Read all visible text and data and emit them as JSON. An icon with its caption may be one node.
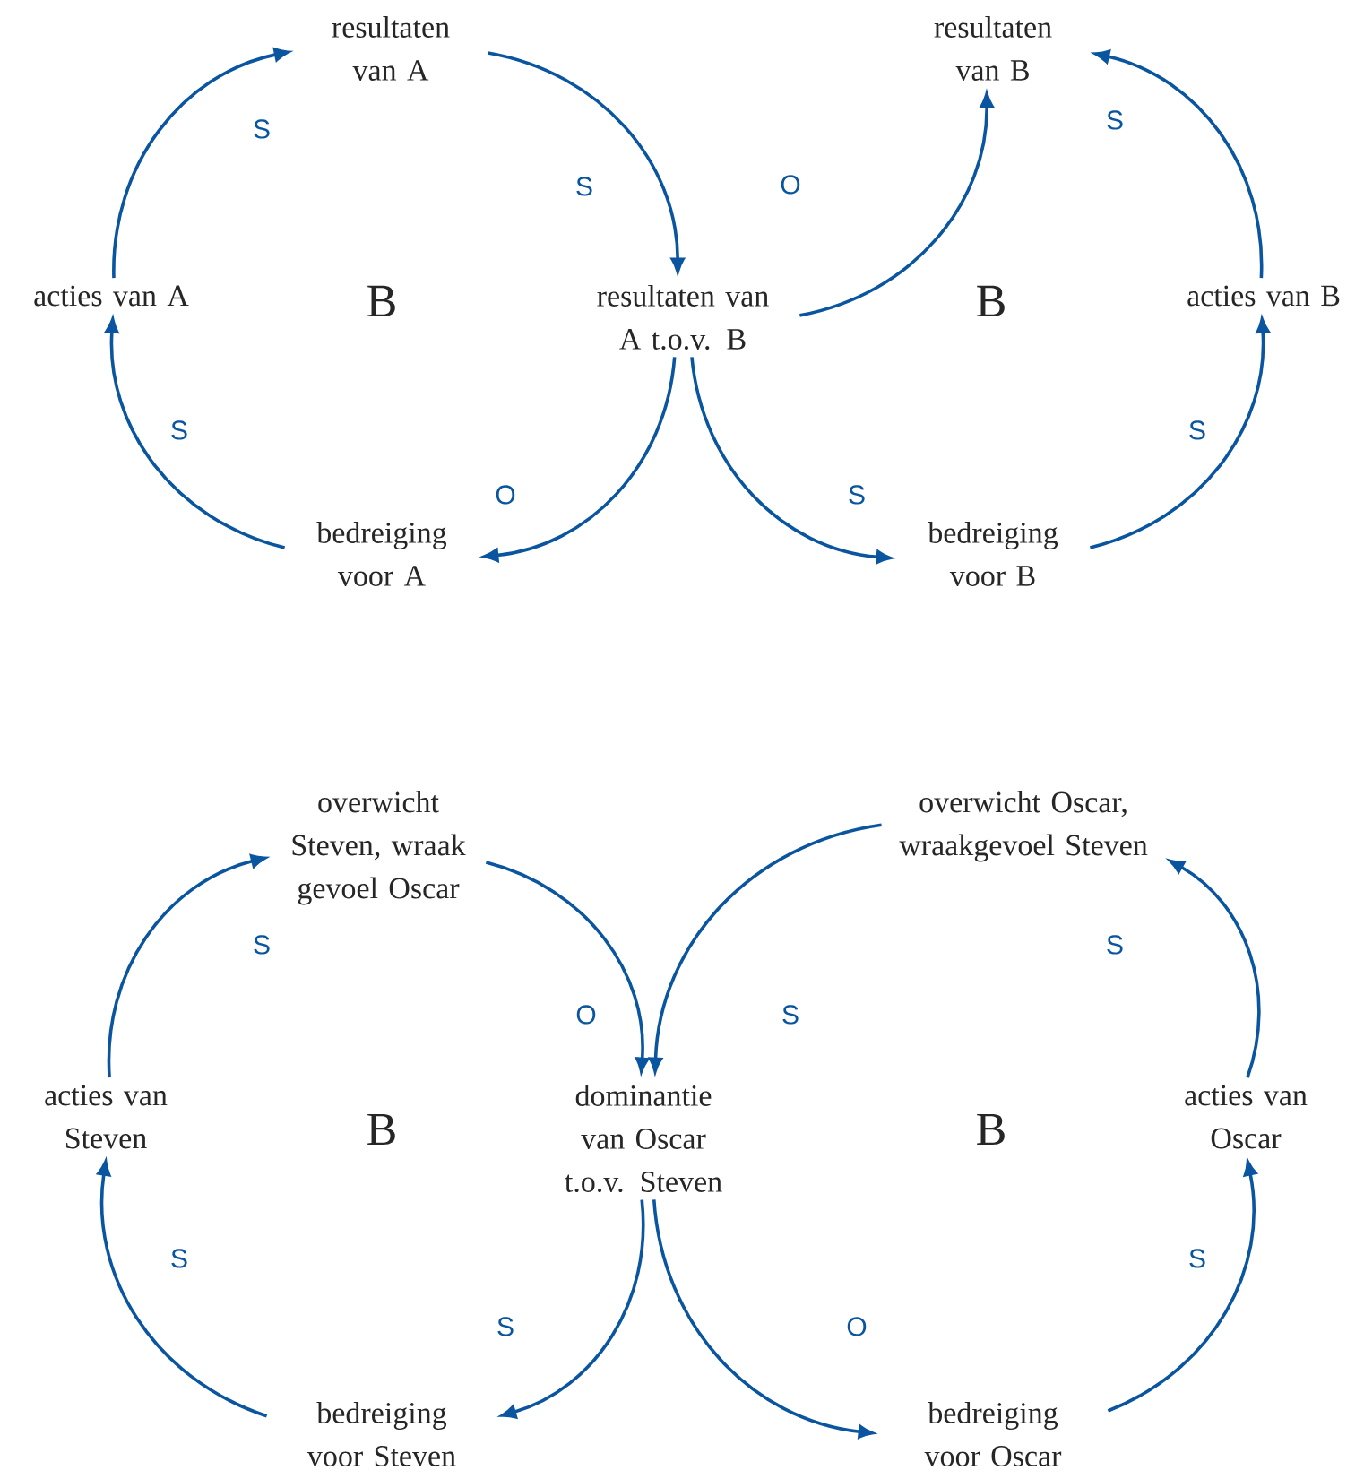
{
  "diagram": {
    "nodes": [
      {
        "text": [
          "resultaten van A"
        ]
      },
      {
        "text": [
          "resultaten van B"
        ]
      },
      {
        "text": [
          "acties van A"
        ]
      },
      {
        "text": [
          "resultaten van A t.o.v. B"
        ]
      },
      {
        "text": [
          "acties van B"
        ]
      },
      {
        "text": [
          "bedreiging voor A"
        ]
      },
      {
        "text": [
          "bedreiging voor B"
        ]
      },
      {
        "text": [
          "overwicht Steven, wraak gevoel Oscar"
        ]
      },
      {
        "text": [
          "overwicht Oscar, wraakgevoel Steven"
        ]
      },
      {
        "text": [
          "acties van Steven"
        ]
      },
      {
        "text": [
          "dominantie van Oscar t.o.v. Steven"
        ]
      },
      {
        "text": [
          "acties van Oscar"
        ]
      },
      {
        "text": [
          "bedreiging voor Steven"
        ]
      },
      {
        "text": [
          "bedreiging voor Oscar"
        ]
      }
    ],
    "edges": [
      {
        "from": 2,
        "to": 0,
        "arrow": "to",
        "label": "S"
      },
      {
        "from": 0,
        "to": 3,
        "arrow": "to",
        "label": "S"
      },
      {
        "from": 3,
        "to": 5,
        "arrow": "to",
        "label": "O"
      },
      {
        "from": 5,
        "to": 2,
        "arrow": "to",
        "label": "S"
      },
      {
        "from": 3,
        "to": 1,
        "arrow": "to",
        "label": "O"
      },
      {
        "from": 4,
        "to": 1,
        "arrow": "to",
        "label": "S"
      },
      {
        "from": 3,
        "to": 6,
        "arrow": "to",
        "label": "S"
      },
      {
        "from": 6,
        "to": 4,
        "arrow": "to",
        "label": "S"
      },
      {
        "from": 9,
        "to": 7,
        "arrow": "to",
        "label": "S"
      },
      {
        "from": 7,
        "to": 10,
        "arrow": "to",
        "label": "O"
      },
      {
        "from": 10,
        "to": 12,
        "arrow": "to",
        "label": "S"
      },
      {
        "from": 12,
        "to": 9,
        "arrow": "to",
        "label": "S"
      },
      {
        "from": 8,
        "to": 10,
        "arrow": "to",
        "label": "S"
      },
      {
        "from": 11,
        "to": 8,
        "arrow": "to",
        "label": "S"
      },
      {
        "from": 10,
        "to": 13,
        "arrow": "to",
        "label": "O"
      },
      {
        "from": 13,
        "to": 11,
        "arrow": "to",
        "label": "S"
      }
    ],
    "labels": [
      "B",
      "B",
      "B",
      "B"
    ]
  }
}
